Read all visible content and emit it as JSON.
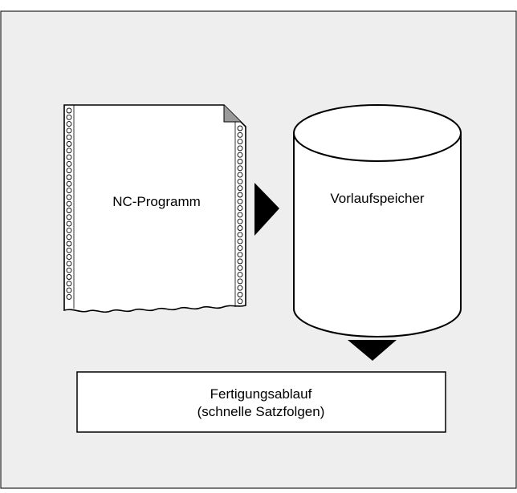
{
  "diagram": {
    "nc_program_label": "NC-Programm",
    "buffer_label": "Vorlaufspeicher",
    "output_box": {
      "line1": "Fertigungsablauf",
      "line2": "(schnelle Satzfolgen)"
    }
  },
  "colors": {
    "panel_background": "#eeeeee",
    "border": "#000000",
    "fill_white": "#ffffff",
    "arrow": "#000000",
    "corner_gray": "#9a9a9a"
  }
}
